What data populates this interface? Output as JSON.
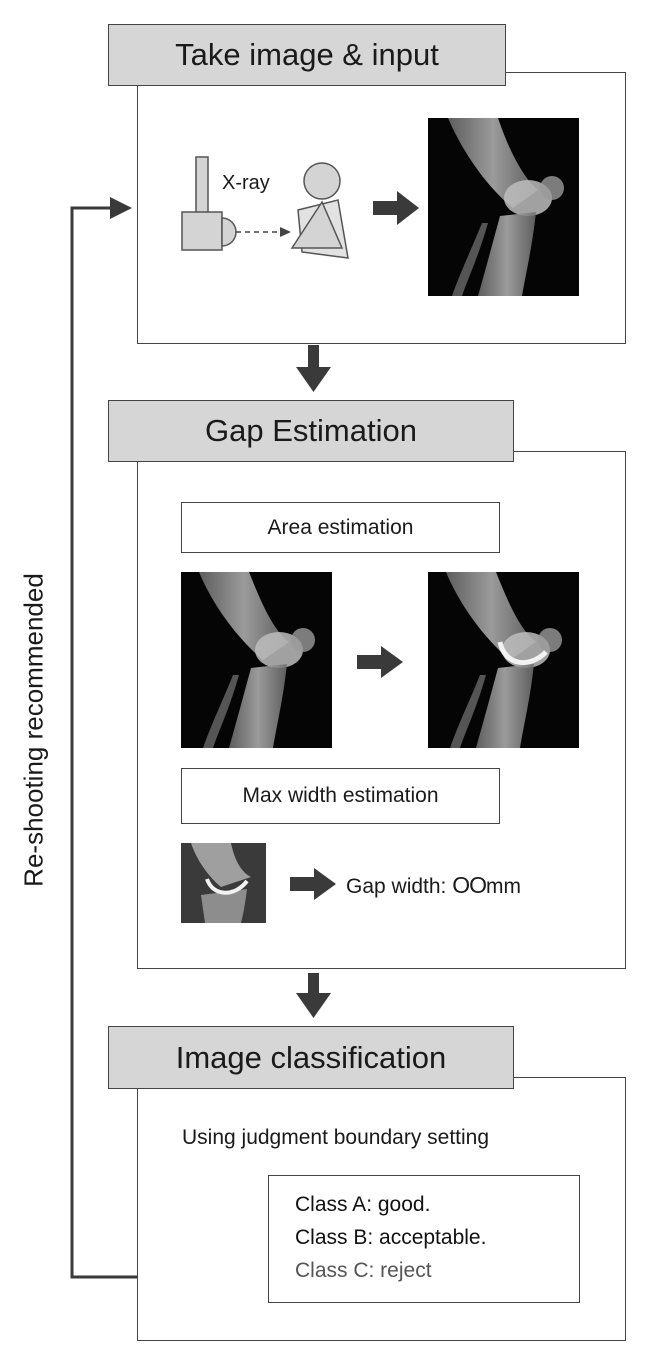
{
  "sections": [
    {
      "title": "Take image & input"
    },
    {
      "title": "Gap Estimation"
    },
    {
      "title": "Image classification"
    }
  ],
  "capture": {
    "xray_label": "X-ray"
  },
  "gap_estimation": {
    "area_label": "Area estimation",
    "max_width_label": "Max width estimation",
    "gap_width_label": "Gap width: ",
    "gap_width_value": "OO",
    "gap_width_unit": "mm"
  },
  "classification": {
    "boundary_label": "Using judgment boundary setting",
    "classes": [
      {
        "label": "Class A: good.",
        "color": "#111111"
      },
      {
        "label": "Class B: acceptable.",
        "color": "#111111"
      },
      {
        "label": "Class C: reject",
        "color": "#555555"
      }
    ]
  },
  "feedback": {
    "label": "Re-shooting recommended"
  }
}
